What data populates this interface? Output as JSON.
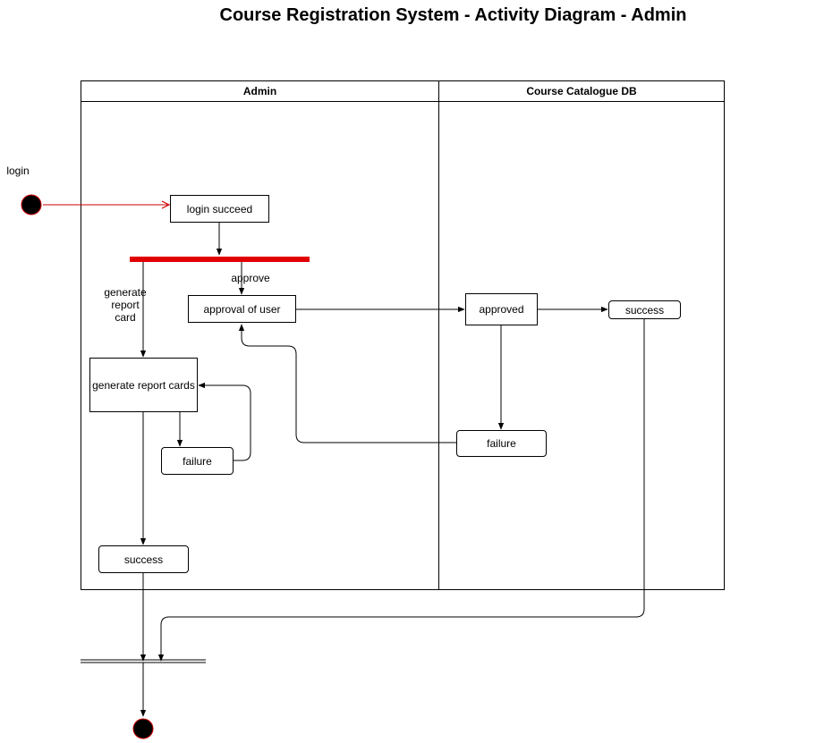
{
  "title": "Course Registration System - Activity Diagram - Admin",
  "lanes": [
    {
      "name": "Admin"
    },
    {
      "name": "Course Catalogue DB"
    }
  ],
  "nodes": {
    "login_succeed": "login succeed",
    "approval_of_user": "approval of user",
    "generate_report_cards": "generate report cards",
    "admin_failure": "failure",
    "admin_success": "success",
    "approved": "approved",
    "db_success": "success",
    "db_failure": "failure"
  },
  "edge_labels": {
    "login": "login",
    "approve": "approve",
    "generate_report_card": "generate\nreport\ncard"
  },
  "colors": {
    "fork_bar": "#e00000",
    "initial_arrow": "#cc0000",
    "start_node": "#000000"
  }
}
